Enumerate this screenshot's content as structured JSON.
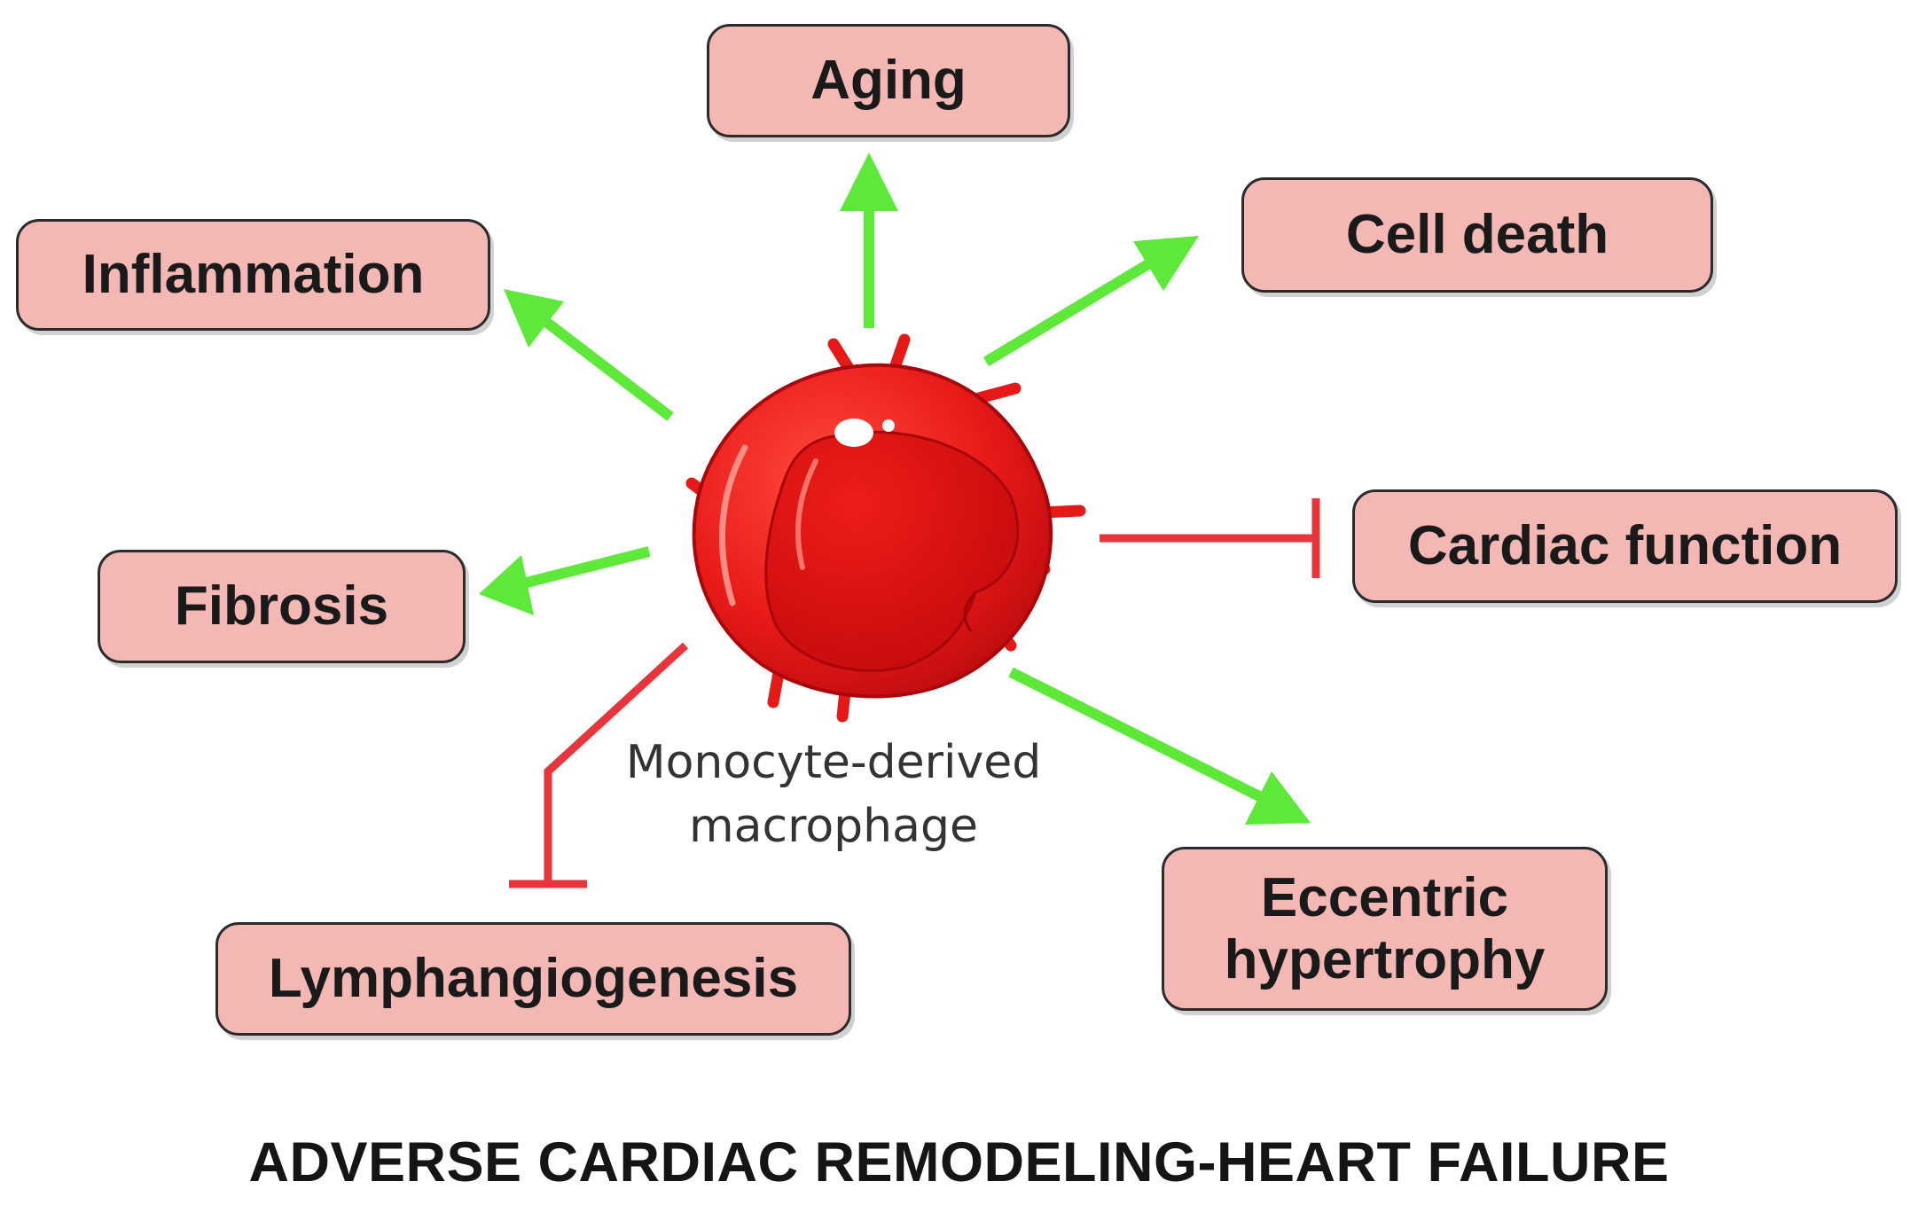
{
  "diagram": {
    "center_label_line1": "Monocyte-derived",
    "center_label_line2": "macrophage",
    "footer_title": "ADVERSE CARDIAC REMODELING-HEART FAILURE",
    "nodes": {
      "aging": "Aging",
      "cell_death": "Cell death",
      "inflammation": "Inflammation",
      "fibrosis": "Fibrosis",
      "cardiac_function": "Cardiac function",
      "lymphangiogenesis": "Lymphangiogenesis",
      "eccentric_line1": "Eccentric",
      "eccentric_line2": "hypertrophy"
    },
    "effects": {
      "aging": "promotes",
      "cell_death": "promotes",
      "inflammation": "promotes",
      "fibrosis": "promotes",
      "eccentric_hypertrophy": "promotes",
      "cardiac_function": "inhibits",
      "lymphangiogenesis": "inhibits"
    },
    "colors": {
      "promote_arrow": "#5ee83a",
      "inhibit_line": "#e8343a",
      "node_fill": "#f4b8b4",
      "node_border": "#2b2b2b",
      "cell_body": "#e41818",
      "cell_nucleus": "#d60c0c"
    }
  }
}
